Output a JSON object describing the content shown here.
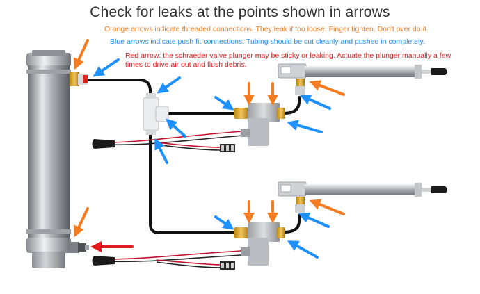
{
  "title": "Check for leaks at the points shown in arrows",
  "notes": {
    "orange": "Orange arrows indicate  threaded connections. They leak if too loose. Finger tighten. Don't over do it.",
    "blue": "Blue arrows indicate push fit connections. Tubing should be cut cleanly and pushed in completely.",
    "red": "Red arrow: the schraeder valve plunger may be sticky or leaking. Actuate the plunger manually a few times to drive air out and flush debris."
  },
  "colors": {
    "orange": "#f47b20",
    "blue": "#1e90ff",
    "red": "#e31b1b",
    "title": "#333333",
    "tube": "#111111",
    "metal": "#b9bdc2"
  },
  "legend": [
    {
      "color": "orange",
      "meaning": "threaded connection"
    },
    {
      "color": "blue",
      "meaning": "push fit connection"
    },
    {
      "color": "red",
      "meaning": "schraeder valve"
    }
  ]
}
